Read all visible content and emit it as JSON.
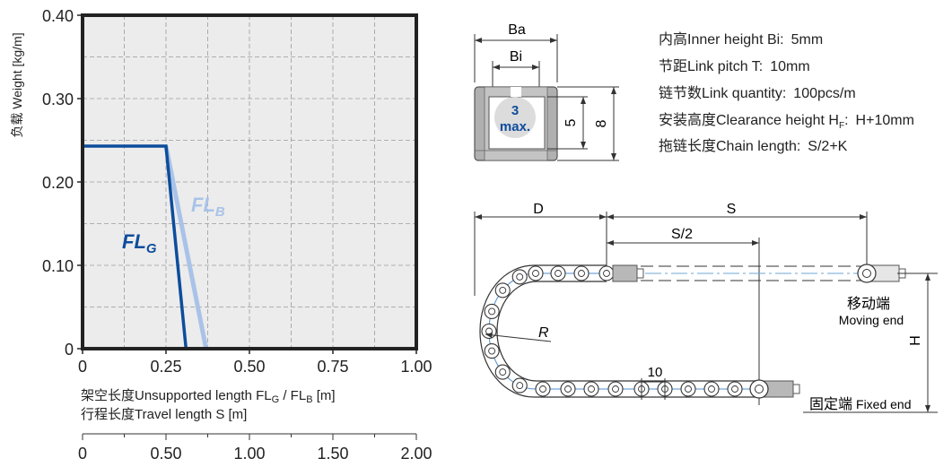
{
  "chart_data": {
    "type": "line",
    "title": "",
    "ylabel": "负载 Weight [kg/m]",
    "xlabel": "架空长度Unsupported length FLG / FLB [m]",
    "xlabel_parts": [
      "架空长度Unsupported length FL",
      "G",
      " / FL",
      "B",
      " [m]"
    ],
    "xlabel2": "行程长度Travel length S [m]",
    "xlim": [
      0,
      1.0
    ],
    "ylim": [
      0,
      0.4
    ],
    "x_ticks": [
      "0",
      "0.25",
      "0.50",
      "0.75",
      "1.00"
    ],
    "y_ticks": [
      "0",
      "0.10",
      "0.20",
      "0.30",
      "0.40"
    ],
    "x2_ticks": [
      "0",
      "0.50",
      "1.00",
      "1.50",
      "2.00"
    ],
    "grid": true,
    "series": [
      {
        "name": "FLG",
        "label_main": "FL",
        "label_sub": "G",
        "color": "#0d4d9c",
        "x": [
          0,
          0.25,
          0.31
        ],
        "y": [
          0.243,
          0.243,
          0
        ]
      },
      {
        "name": "FLB",
        "label_main": "FL",
        "label_sub": "B",
        "color": "#a9c3e8",
        "x": [
          0.25,
          0.37
        ],
        "y": [
          0.243,
          0
        ]
      }
    ]
  },
  "cross_section": {
    "ba_label": "Ba",
    "bi_label": "Bi",
    "inner_label": "5",
    "outer_label": "8",
    "badge_num": "3",
    "badge_text": "max."
  },
  "specs": [
    {
      "label": "内高Inner height Bi:",
      "value": "5mm"
    },
    {
      "label": "节距Link pitch T:",
      "value": "10mm"
    },
    {
      "label": "链节数Link quantity:",
      "value": "100pcs/m"
    },
    {
      "label": "安装高度Clearance height H",
      "label_sub": "F",
      "label_end": ":",
      "value": "H+10mm"
    },
    {
      "label": "拖链长度Chain length:",
      "value": "S/2+K"
    }
  ],
  "layout_diagram": {
    "d_label": "D",
    "s_label": "S",
    "s2_label": "S/2",
    "r_label": "R",
    "pitch_label": "10",
    "h_label": "H",
    "moving_cn": "移动端",
    "moving_en": "Moving end",
    "fixed_cn": "固定端",
    "fixed_en": "Fixed end"
  }
}
